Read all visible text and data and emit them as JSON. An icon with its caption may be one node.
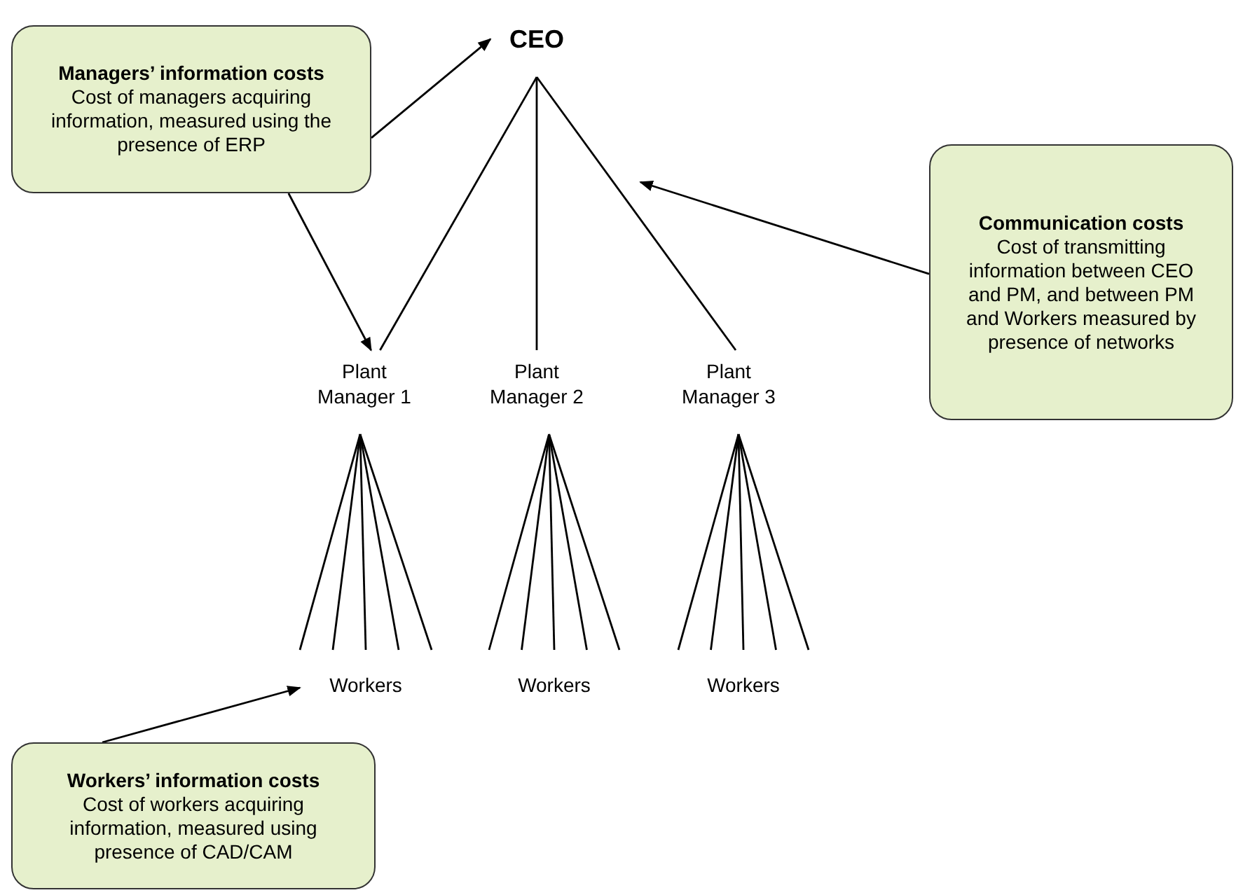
{
  "diagram": {
    "nodes": [
      {
        "text": [
          "Managers’ information costs",
          "Cost of managers acquiring information, measured using the presence of ERP"
        ]
      },
      {
        "text": [
          "CEO"
        ]
      },
      {
        "text": [
          "Communication costs",
          "Cost of transmitting information between CEO and PM, and between PM and Workers measured by presence of networks"
        ]
      },
      {
        "text": [
          "Plant Manager 1"
        ]
      },
      {
        "text": [
          "Plant Manager 2"
        ]
      },
      {
        "text": [
          "Plant Manager 3"
        ]
      },
      {
        "text": [
          "Workers"
        ]
      },
      {
        "text": [
          "Workers"
        ]
      },
      {
        "text": [
          "Workers"
        ]
      },
      {
        "text": [
          "Workers’ information costs",
          "Cost of workers acquiring information, measured using presence of CAD/CAM"
        ]
      }
    ],
    "edges": [
      {
        "from": 0,
        "to": 1,
        "arrow": "to"
      },
      {
        "from": 0,
        "to": 3,
        "arrow": "to"
      },
      {
        "from": 1,
        "to": 3,
        "arrow": "none"
      },
      {
        "from": 1,
        "to": 4,
        "arrow": "none"
      },
      {
        "from": 1,
        "to": 5,
        "arrow": "none"
      },
      {
        "from": 2,
        "to": null,
        "arrow": "to"
      },
      {
        "from": 3,
        "to": 6,
        "arrow": "none"
      },
      {
        "from": 3,
        "to": 6,
        "arrow": "none"
      },
      {
        "from": 3,
        "to": 6,
        "arrow": "none"
      },
      {
        "from": 3,
        "to": 6,
        "arrow": "none"
      },
      {
        "from": 3,
        "to": 6,
        "arrow": "none"
      },
      {
        "from": 4,
        "to": 7,
        "arrow": "none"
      },
      {
        "from": 4,
        "to": 7,
        "arrow": "none"
      },
      {
        "from": 4,
        "to": 7,
        "arrow": "none"
      },
      {
        "from": 4,
        "to": 7,
        "arrow": "none"
      },
      {
        "from": 4,
        "to": 7,
        "arrow": "none"
      },
      {
        "from": 5,
        "to": 8,
        "arrow": "none"
      },
      {
        "from": 5,
        "to": 8,
        "arrow": "none"
      },
      {
        "from": 5,
        "to": 8,
        "arrow": "none"
      },
      {
        "from": 5,
        "to": 8,
        "arrow": "none"
      },
      {
        "from": 5,
        "to": 8,
        "arrow": "none"
      },
      {
        "from": 9,
        "to": 6,
        "arrow": "to"
      }
    ]
  }
}
